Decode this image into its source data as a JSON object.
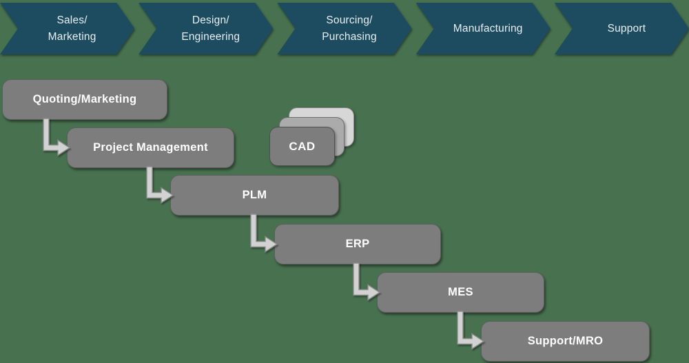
{
  "colors": {
    "background": "#47714f",
    "chevron": "#1d4c61",
    "chevron_text": "#e9eff2",
    "box": "#7d7d7d",
    "box_text": "#ffffff",
    "cad_mid": "#ababab",
    "cad_back": "#d7d7d7",
    "arrow_fill": "#d2d2d2",
    "arrow_stroke": "#8b8b8b"
  },
  "banner": {
    "stages": [
      {
        "line1": "Sales/",
        "line2": "Marketing"
      },
      {
        "line1": "Design/",
        "line2": "Engineering"
      },
      {
        "line1": "Sourcing/",
        "line2": "Purchasing"
      },
      {
        "line1": "Manufacturing",
        "line2": ""
      },
      {
        "line1": "Support",
        "line2": ""
      }
    ]
  },
  "flow": {
    "nodes": [
      {
        "id": "quoting",
        "label": "Quoting/Marketing"
      },
      {
        "id": "pm",
        "label": "Project Management"
      },
      {
        "id": "plm",
        "label": "PLM"
      },
      {
        "id": "erp",
        "label": "ERP"
      },
      {
        "id": "mes",
        "label": "MES"
      },
      {
        "id": "mro",
        "label": "Support/MRO"
      }
    ],
    "connections": [
      {
        "from": "quoting",
        "to": "pm"
      },
      {
        "from": "pm",
        "to": "plm"
      },
      {
        "from": "plm",
        "to": "erp"
      },
      {
        "from": "erp",
        "to": "mes"
      },
      {
        "from": "mes",
        "to": "mro"
      }
    ],
    "cad_stack": {
      "label": "CAD",
      "card_count": 3
    }
  }
}
